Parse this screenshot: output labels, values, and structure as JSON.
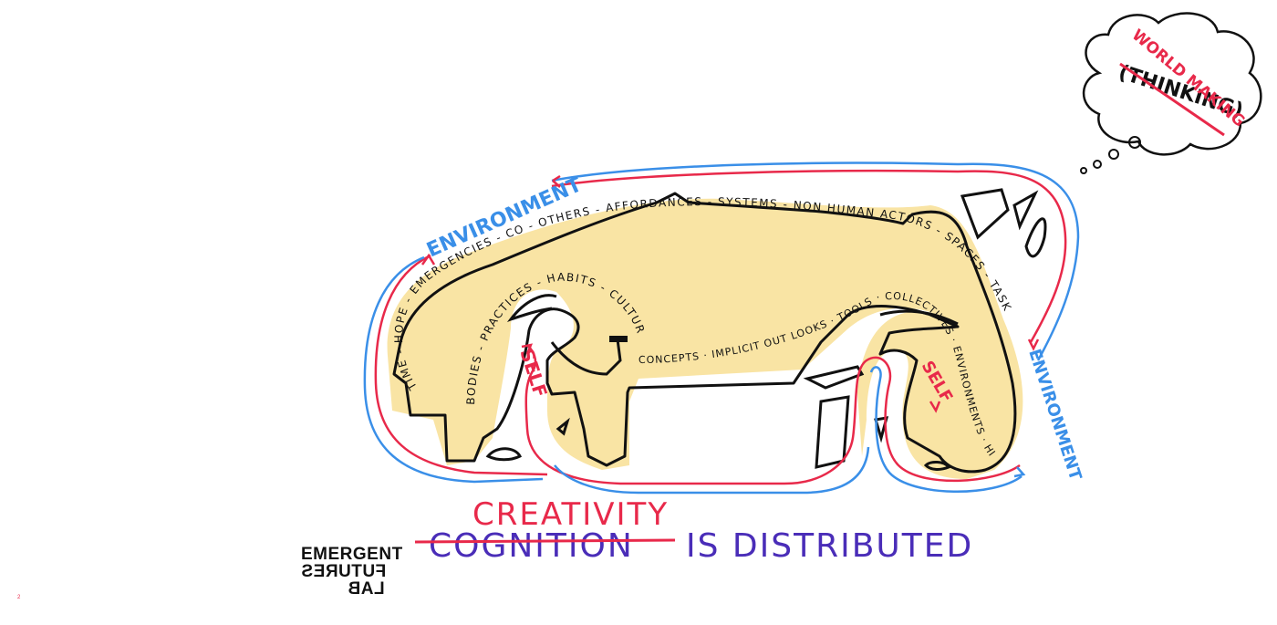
{
  "diagram": {
    "labels": {
      "environment_top": "ENVIRONMENT",
      "environment_right": "ENVIRONMENT",
      "self_left": "SELF",
      "self_right": "SELF",
      "outer_text": "TIME - HOPE - EMERGENCIES - CO - OTHERS - AFFORDANCES - SYSTEMS - NON HUMAN ACTORS - SPACES - TASK",
      "middle_text": "BODIES - PRACTICES - HABITS - CULTURES",
      "inner_text": "CONCEPTS · IMPLICIT OUT LOOKS · TOOLS · COLLECTIVES · ENVIRONMENTS · HISTORIES · WORLDS · TASKS",
      "bubble_struck": "(THINKING)",
      "bubble_new": "WORLD MAKING"
    },
    "caption": {
      "struck_word": "COGNITION",
      "replacement_word": "CREATIVITY",
      "rest": "IS DISTRIBUTED"
    }
  },
  "logo": {
    "line1": "EMERGENT",
    "line2": "FUTURES",
    "line3": "LAB"
  },
  "page_number": "2",
  "colors": {
    "ink": "#111111",
    "blue": "#3a8fe8",
    "red": "#e8294a",
    "highlight": "#f9e4a4",
    "caption_purple": "#4a2db8"
  }
}
